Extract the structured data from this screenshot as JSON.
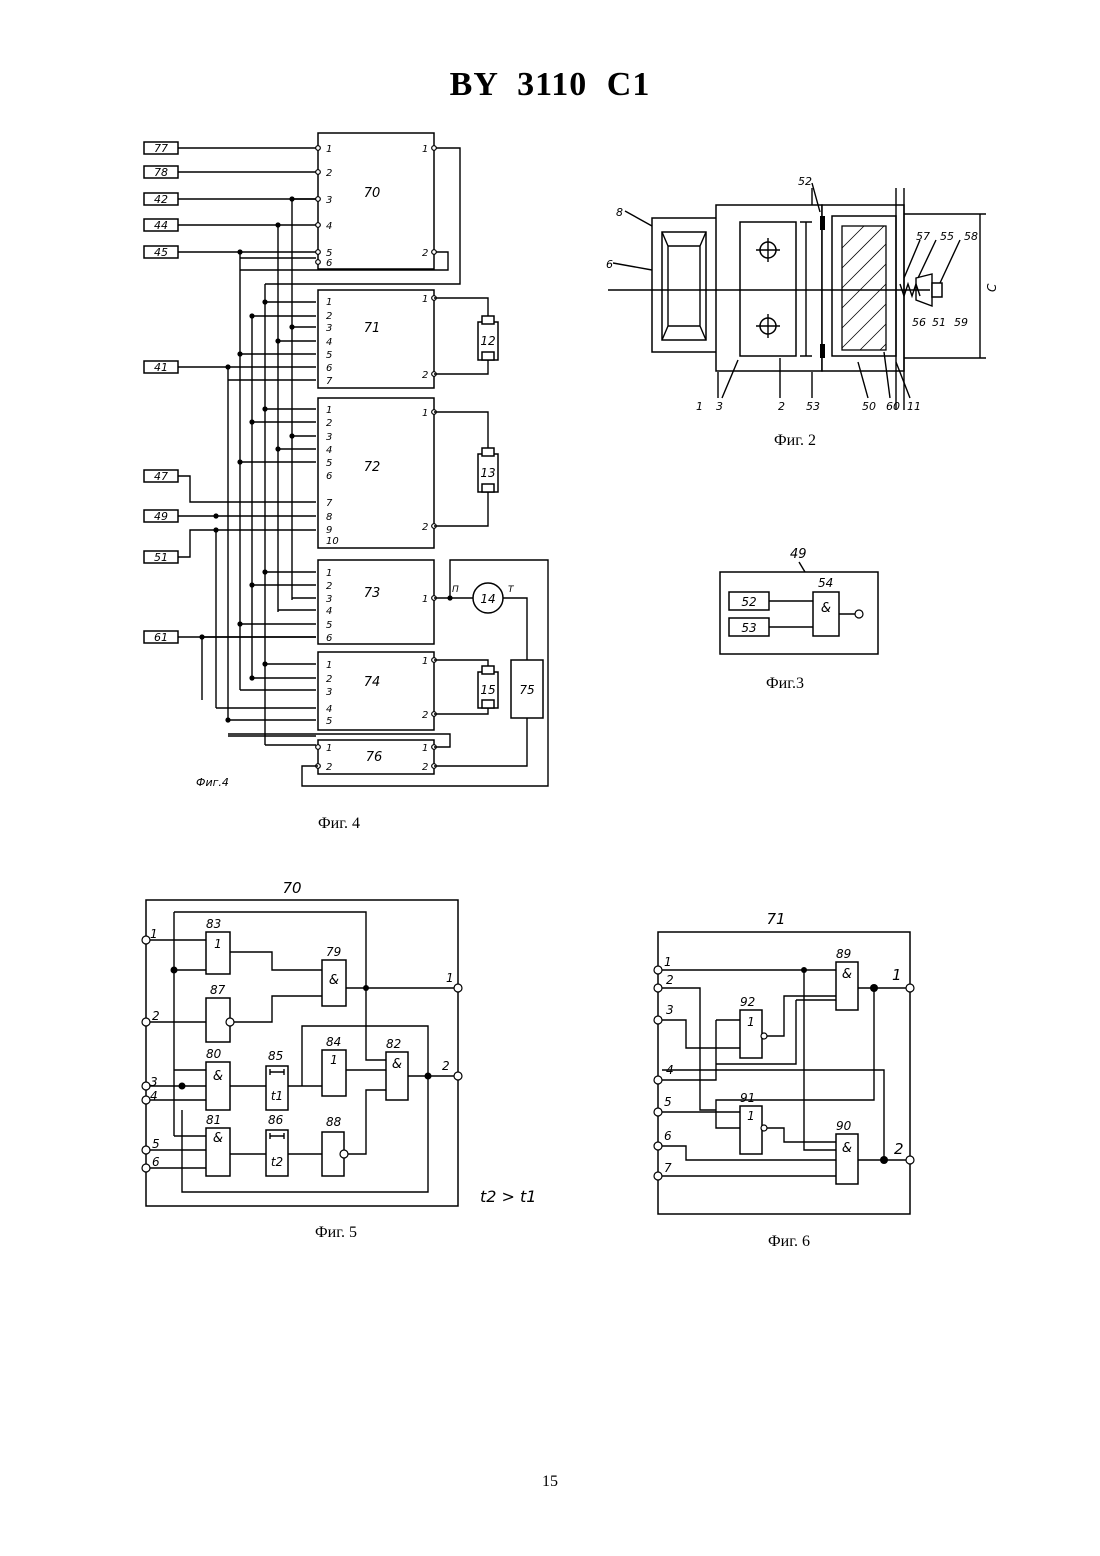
{
  "header": {
    "patent_number": "BY 3110 C1"
  },
  "page_number": "15",
  "figures": {
    "fig2": {
      "caption": "Фиг. 2",
      "labels": [
        "8",
        "6",
        "1",
        "3",
        "2",
        "52",
        "53",
        "50",
        "60",
        "11",
        "57",
        "55",
        "58",
        "56",
        "51",
        "59",
        "C"
      ]
    },
    "fig3": {
      "caption": "Фиг.3",
      "block": "49",
      "inputs": [
        "52",
        "53"
      ],
      "gate_number": "54",
      "gate_symbol": "&"
    },
    "fig4": {
      "caption": "Фиг. 4",
      "handwritten_caption": "Фиг.4",
      "input_sources": [
        "77",
        "78",
        "42",
        "44",
        "45",
        "41",
        "47",
        "49",
        "51",
        "61"
      ],
      "blocks": [
        {
          "id": "70",
          "pins": [
            "1",
            "2",
            "3",
            "4",
            "5",
            "6"
          ],
          "outputs": [
            "1",
            "2"
          ]
        },
        {
          "id": "71",
          "pins": [
            "1",
            "2",
            "3",
            "4",
            "5",
            "6",
            "7"
          ],
          "outputs": [
            "1",
            "2"
          ]
        },
        {
          "id": "72",
          "pins": [
            "1",
            "2",
            "3",
            "4",
            "5",
            "6",
            "7",
            "8",
            "9",
            "10"
          ],
          "outputs": [
            "1",
            "2"
          ]
        },
        {
          "id": "73",
          "pins": [
            "1",
            "2",
            "3",
            "4",
            "5",
            "6"
          ],
          "outputs": [
            "1"
          ]
        },
        {
          "id": "74",
          "pins": [
            "1",
            "2",
            "3",
            "4",
            "5"
          ],
          "outputs": [
            "1",
            "2"
          ]
        },
        {
          "id": "76",
          "pins": [
            "1",
            "2"
          ],
          "outputs": [
            "1",
            "2"
          ]
        }
      ],
      "actuators": [
        "12",
        "13",
        "15"
      ],
      "actuator_terminals": [
        "1",
        "2"
      ],
      "motor": {
        "id": "14",
        "terminals": [
          "П",
          "Т"
        ]
      },
      "controller": "75"
    },
    "fig5": {
      "caption": "Фиг. 5",
      "block": "70",
      "inputs": [
        "1",
        "2",
        "3",
        "4",
        "5",
        "6"
      ],
      "outputs": [
        "1",
        "2"
      ],
      "elements": [
        {
          "id": "83",
          "symbol": "1"
        },
        {
          "id": "87",
          "symbol": ""
        },
        {
          "id": "79",
          "symbol": "&"
        },
        {
          "id": "80",
          "symbol": "&"
        },
        {
          "id": "85",
          "symbol": "t1"
        },
        {
          "id": "84",
          "symbol": "1"
        },
        {
          "id": "82",
          "symbol": "&"
        },
        {
          "id": "81",
          "symbol": "&"
        },
        {
          "id": "86",
          "symbol": "t2"
        },
        {
          "id": "88",
          "symbol": ""
        }
      ],
      "note": "t2 > t1"
    },
    "fig6": {
      "caption": "Фиг. 6",
      "block": "71",
      "inputs": [
        "1",
        "2",
        "3",
        "4",
        "5",
        "6",
        "7"
      ],
      "outputs": [
        "1",
        "2"
      ],
      "elements": [
        {
          "id": "89",
          "symbol": "&"
        },
        {
          "id": "92",
          "symbol": "1"
        },
        {
          "id": "91",
          "symbol": "1"
        },
        {
          "id": "90",
          "symbol": "&"
        }
      ]
    }
  }
}
